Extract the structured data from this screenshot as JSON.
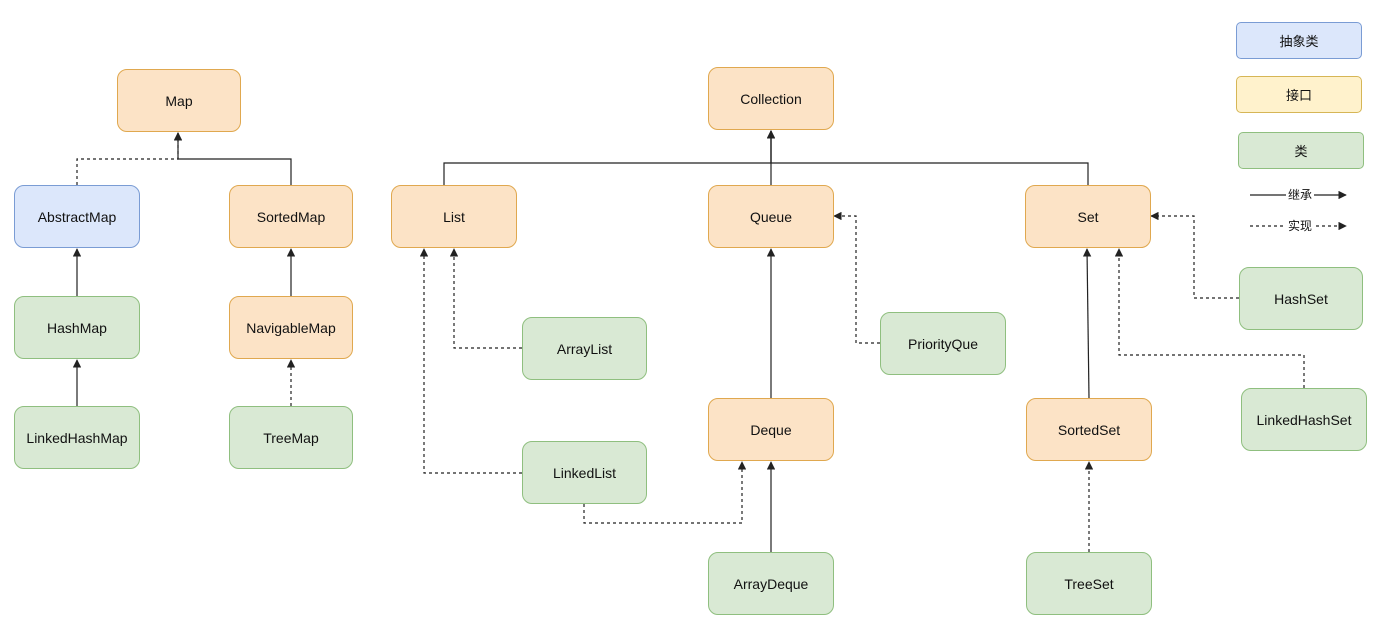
{
  "nodes": {
    "map": "Map",
    "abstractmap": "AbstractMap",
    "sortedmap": "SortedMap",
    "hashmap": "HashMap",
    "navigablemap": "NavigableMap",
    "linkedhashmap": "LinkedHashMap",
    "treemap": "TreeMap",
    "collection": "Collection",
    "list": "List",
    "queue": "Queue",
    "set": "Set",
    "arraylist": "ArrayList",
    "linkedlist": "LinkedList",
    "priorityque": "PriorityQue",
    "deque": "Deque",
    "arraydeque": "ArrayDeque",
    "hashset": "HashSet",
    "linkedhashset": "LinkedHashSet",
    "sortedset": "SortedSet",
    "treeset": "TreeSet"
  },
  "legend": {
    "abstract_class": "抽象类",
    "interface": "接口",
    "class": "类",
    "inherit": "继承",
    "implement": "实现"
  },
  "colors": {
    "interface_fill": "#fce3c6",
    "interface_border": "#e0a84f",
    "abstract_fill": "#dce7fb",
    "abstract_border": "#7a9cd4",
    "class_fill": "#d9e9d4",
    "class_border": "#8fbf7f",
    "legend_interface_fill": "#fff2cc",
    "edge": "#222222"
  }
}
